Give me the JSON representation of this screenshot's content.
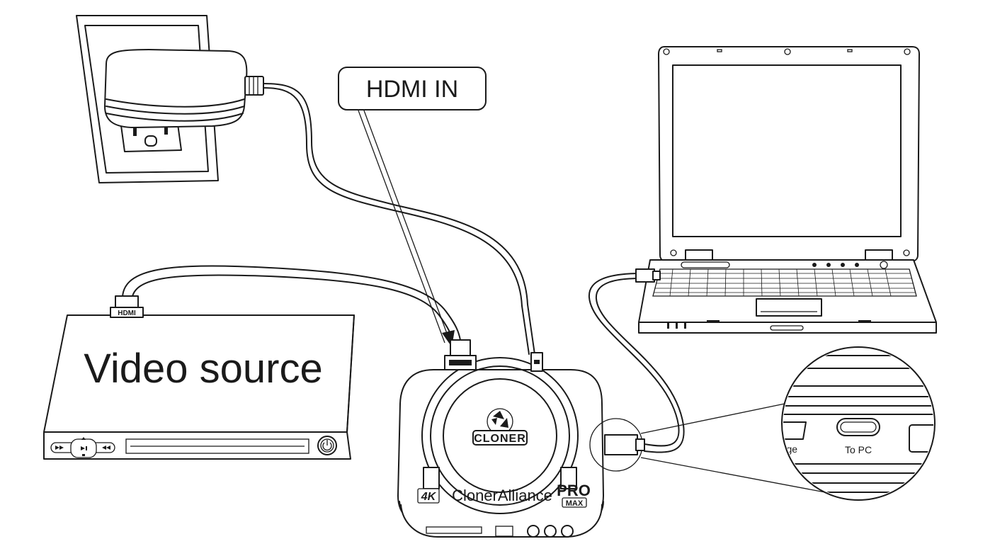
{
  "labels": {
    "hdmi_in": "HDMI IN",
    "video_source": "Video source",
    "to_pc": "To PC",
    "storage_partial": "rage",
    "hdmi_plug": "HDMI",
    "device_badge": "CLONER",
    "device_brand": "ClonerAlliance",
    "pro_badge": "PRO",
    "max_badge": "MAX",
    "four_k_badge": "4K"
  },
  "colors": {
    "line": "#1a1a1a",
    "background": "#ffffff"
  },
  "icons": [
    "power-adapter",
    "wall-outlet",
    "laptop",
    "capture-device",
    "video-source-box",
    "usb-plug",
    "hdmi-plug",
    "power-button-icon",
    "media-control-icons"
  ]
}
